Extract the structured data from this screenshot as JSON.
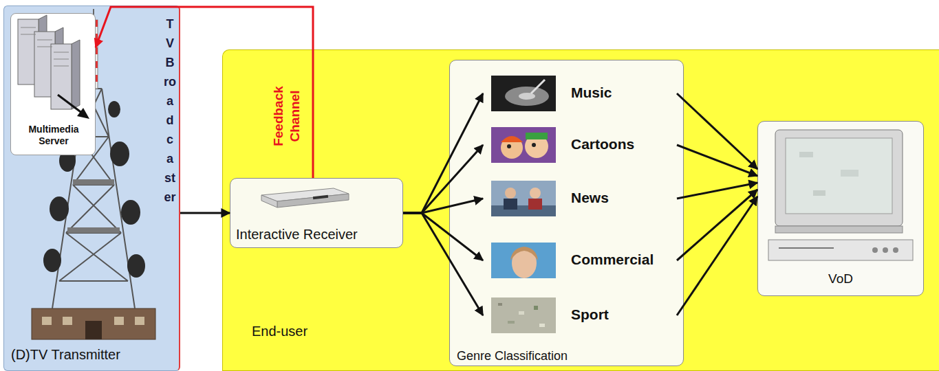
{
  "diagram": {
    "nodes": [
      {
        "text": [
          "TV Broadcaster",
          "(D)TV Transmitter"
        ]
      },
      {
        "text": [
          "Multimedia Server"
        ],
        "in": 0
      },
      {
        "text": [
          "End-user"
        ]
      },
      {
        "text": [
          "Interactive Receiver"
        ],
        "in": 2
      },
      {
        "text": [
          "Genre Classification"
        ],
        "in": 2
      },
      {
        "text": [
          "Music"
        ],
        "in": 4
      },
      {
        "text": [
          "Cartoons"
        ],
        "in": 4
      },
      {
        "text": [
          "News"
        ],
        "in": 4
      },
      {
        "text": [
          "Commercial"
        ],
        "in": 4
      },
      {
        "text": [
          "Sport"
        ],
        "in": 4
      },
      {
        "text": [
          "VoD"
        ],
        "in": 2
      }
    ],
    "edges": [
      {
        "from": 0,
        "to": 3,
        "arrow": "to"
      },
      {
        "from": 3,
        "to": 1,
        "label": "Feedback Channel",
        "arrow": "to"
      },
      {
        "from": 3,
        "to": 5,
        "arrow": "to"
      },
      {
        "from": 3,
        "to": 6,
        "arrow": "to"
      },
      {
        "from": 3,
        "to": 7,
        "arrow": "to"
      },
      {
        "from": 3,
        "to": 8,
        "arrow": "to"
      },
      {
        "from": 3,
        "to": 9,
        "arrow": "to"
      },
      {
        "from": 5,
        "to": 10,
        "arrow": "to"
      },
      {
        "from": 6,
        "to": 10,
        "arrow": "to"
      },
      {
        "from": 7,
        "to": 10,
        "arrow": "to"
      },
      {
        "from": 8,
        "to": 10,
        "arrow": "to"
      },
      {
        "from": 9,
        "to": 10,
        "arrow": "to"
      }
    ]
  }
}
